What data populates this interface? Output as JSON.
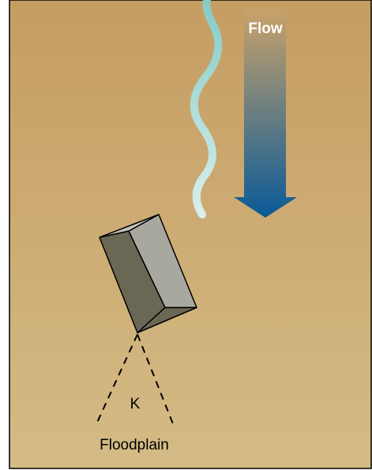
{
  "diagram": {
    "flow_label": "Flow",
    "angle_label": "K",
    "floodplain_label": "Floodplain"
  },
  "colors": {
    "background_top": "#c59d62",
    "background_bottom": "#d5bb86",
    "river_start": "#85cbc6",
    "river_end": "#d9efed",
    "arrow_top": "#c9a26a",
    "arrow_bottom": "#0a5a98",
    "block_dark_face": "#6a6755",
    "block_light_face": "#a9a89f",
    "block_top_face": "#c4c3bb",
    "outline": "#000000"
  }
}
